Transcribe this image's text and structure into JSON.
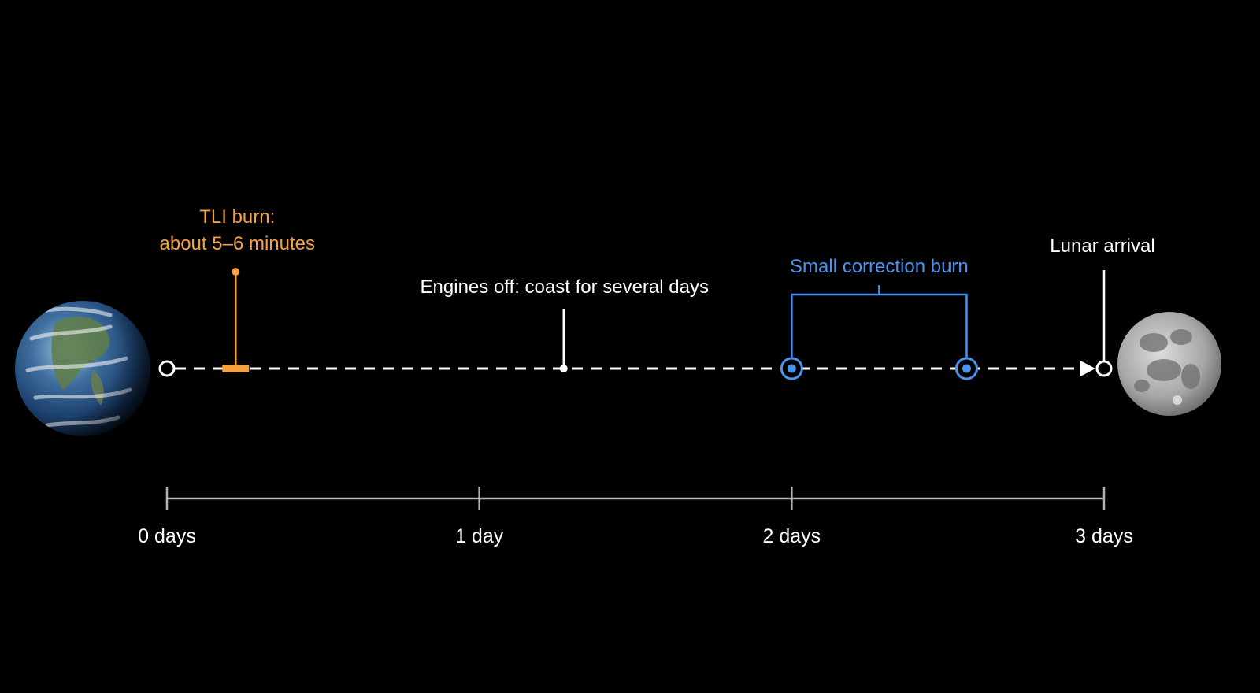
{
  "colors": {
    "background": "#000000",
    "foreground": "#ffffff",
    "tli": "#f5a142",
    "correction": "#4a93ee",
    "axis": "#b3b3b3"
  },
  "bodies": {
    "start": {
      "name": "earth-icon"
    },
    "end": {
      "name": "moon-icon"
    }
  },
  "timeline": {
    "unit": "days",
    "start": 0,
    "end": 3,
    "ticks": [
      {
        "value": 0,
        "label": "0 days"
      },
      {
        "value": 1,
        "label": "1 day"
      },
      {
        "value": 2,
        "label": "2 days"
      },
      {
        "value": 3,
        "label": "3 days"
      }
    ]
  },
  "events": {
    "tli": {
      "label_lines": [
        "TLI burn:",
        "about 5–6 minutes"
      ],
      "time_days": 0.22
    },
    "coast": {
      "label": "Engines off: coast for several days",
      "time_days": 1.27
    },
    "correction": {
      "label": "Small correction burn",
      "times_days": [
        2.0,
        2.56
      ]
    },
    "arrival": {
      "label": "Lunar arrival",
      "time_days": 3.0
    }
  }
}
